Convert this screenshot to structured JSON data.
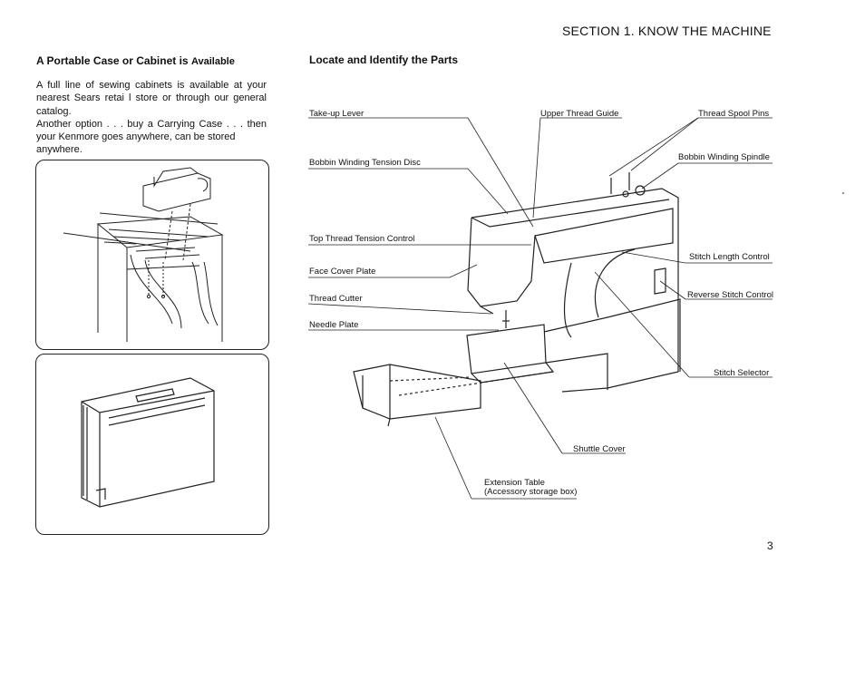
{
  "header": {
    "section_title": "SECTION  1.  KNOW THE MACHINE"
  },
  "left": {
    "heading_main": "A Portable Case or Cabinet is",
    "heading_small": "Available",
    "paragraph1": "A full line of sewing cabinets is available at your nearest Sears retai l store or through our general catalog.",
    "paragraph2_line": "Another option . . . buy a Carrying Case . . . then",
    "paragraph2_rest": "your Kenmore goes anywhere, can be stored anywhere."
  },
  "right": {
    "heading": "Locate and Identify the Parts",
    "labels": {
      "take_up_lever": "Take-up Lever",
      "upper_thread_guide": "Upper Thread Guide",
      "thread_spool_pins": "Thread Spool Pins",
      "bobbin_winding_tension_disc": "Bobbin Winding Tension Disc",
      "bobbin_winding_spindle": "Bobbin Winding Spindle",
      "top_thread_tension_control": "Top Thread Tension Control",
      "stitch_length_control": "Stitch Length Control",
      "face_cover_plate": "Face Cover Plate",
      "reverse_stitch_control": "Reverse Stitch Control",
      "thread_cutter": "Thread Cutter",
      "needle_plate": "Needle Plate",
      "stitch_selector": "Stitch Selector",
      "shuttle_cover": "Shuttle Cover",
      "extension_table_1": "Extension Table",
      "extension_table_2": "(Accessory storage box)"
    }
  },
  "footer": {
    "page_number": "3"
  }
}
